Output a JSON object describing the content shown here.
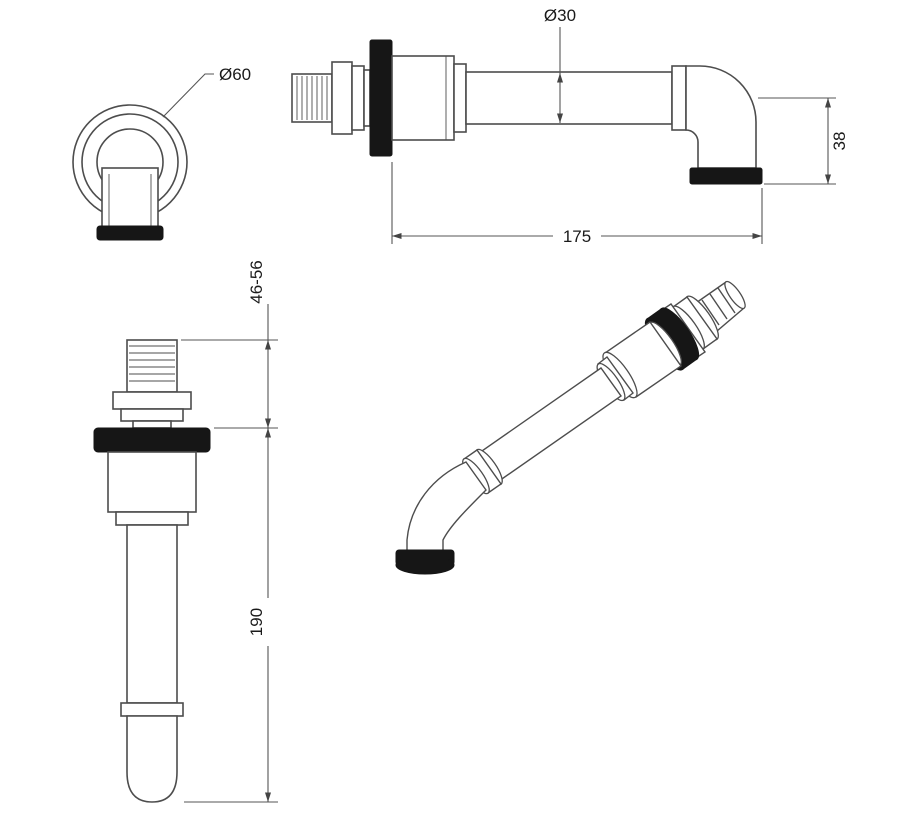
{
  "drawing": {
    "labels": {
      "front_diameter": "Ø60",
      "tube_diameter": "Ø30",
      "drop": "38",
      "reach": "175",
      "wall_range": "46-56",
      "length": "190"
    },
    "colors": {
      "line": "#4d4d4d",
      "dark": "#161616",
      "text": "#1a1a1a",
      "dim": "#555555"
    }
  }
}
